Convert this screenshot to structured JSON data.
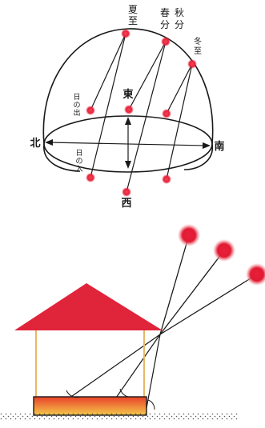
{
  "celestial": {
    "season_labels": {
      "summer_solstice": [
        "夏",
        "至"
      ],
      "spring_equinox": [
        "春",
        "分"
      ],
      "autumn_equinox": [
        "秋",
        "分"
      ],
      "winter_solstice": [
        "冬",
        "至"
      ]
    },
    "directions": {
      "north": "北",
      "south": "南",
      "east": "東",
      "west": "西"
    },
    "sunrise_label": [
      "日",
      "の",
      "出"
    ],
    "sunset_label": [
      "日",
      "の",
      "入"
    ]
  },
  "colors": {
    "sun": "#e8203a",
    "roof": "#e0243a",
    "floor_top": "#e8402a",
    "floor_bottom": "#f5c84a",
    "line": "#1a1a1a"
  }
}
